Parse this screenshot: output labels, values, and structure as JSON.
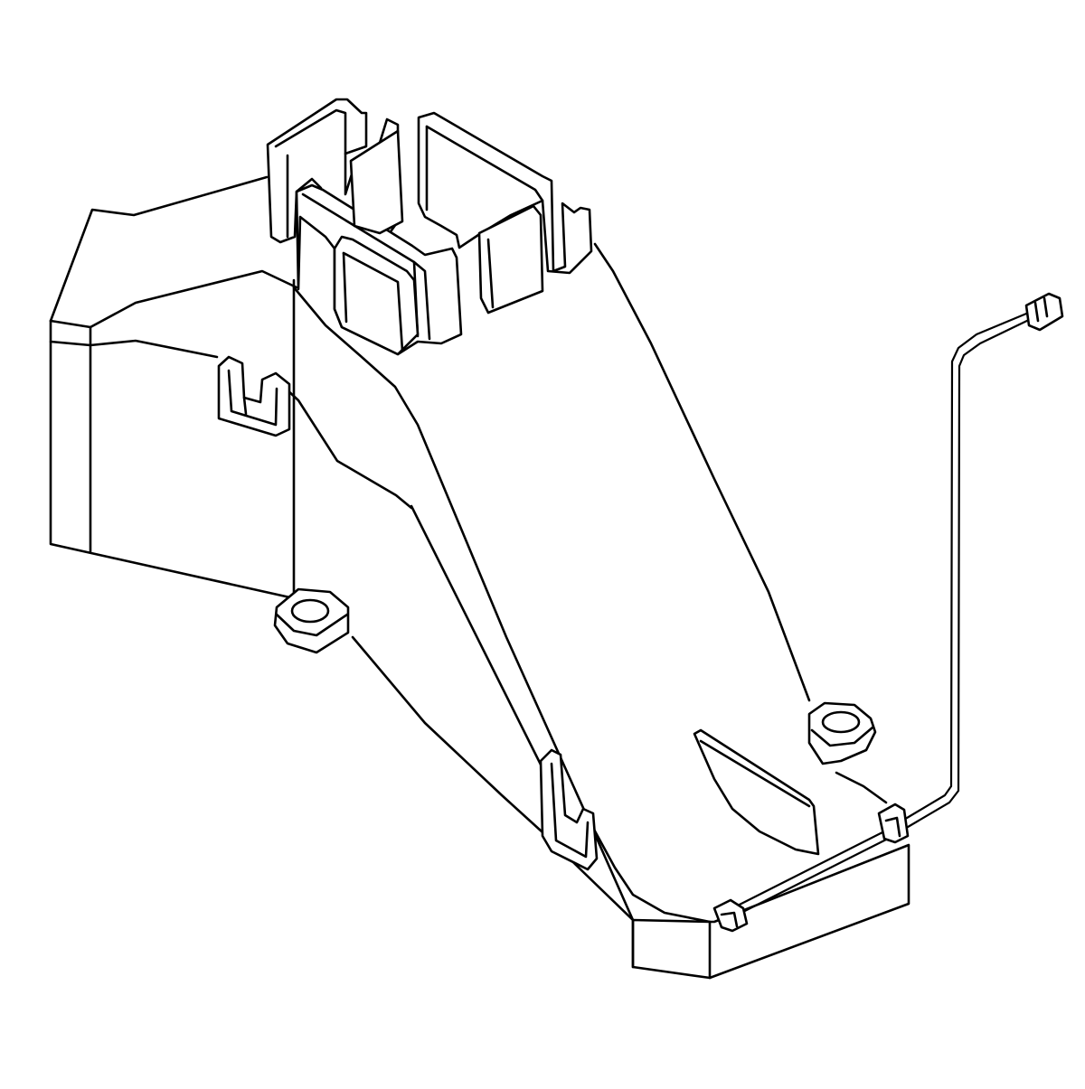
{
  "diagram": {
    "background_color": "#ffffff",
    "line_color": "#000000",
    "parts": [
      "left-housing-block",
      "main-chute-body",
      "top-bracket-frame",
      "left-clip-tab",
      "lower-clip-tab",
      "left-mounting-lug",
      "right-mounting-lug",
      "inner-fin",
      "bottom-base-block",
      "wire-harness",
      "wire-connector-plug"
    ]
  }
}
